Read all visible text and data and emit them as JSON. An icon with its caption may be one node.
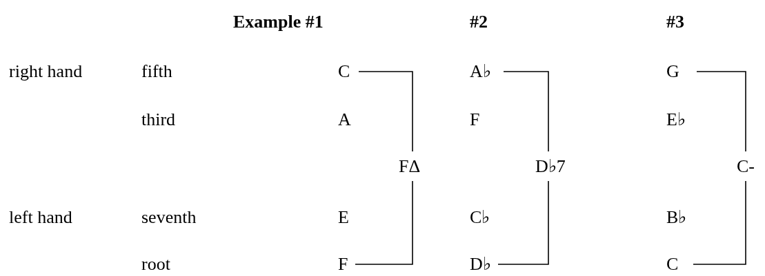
{
  "diagram": {
    "labels": [
      "Example #1",
      "#2",
      "#3",
      "right hand",
      "fifth",
      "C",
      "A♭",
      "G",
      "third",
      "A",
      "F",
      "E♭",
      "FΔ",
      "D♭7",
      "C-",
      "left hand",
      "seventh",
      "E",
      "C♭",
      "B♭",
      "root",
      "F",
      "D♭",
      "C"
    ]
  }
}
